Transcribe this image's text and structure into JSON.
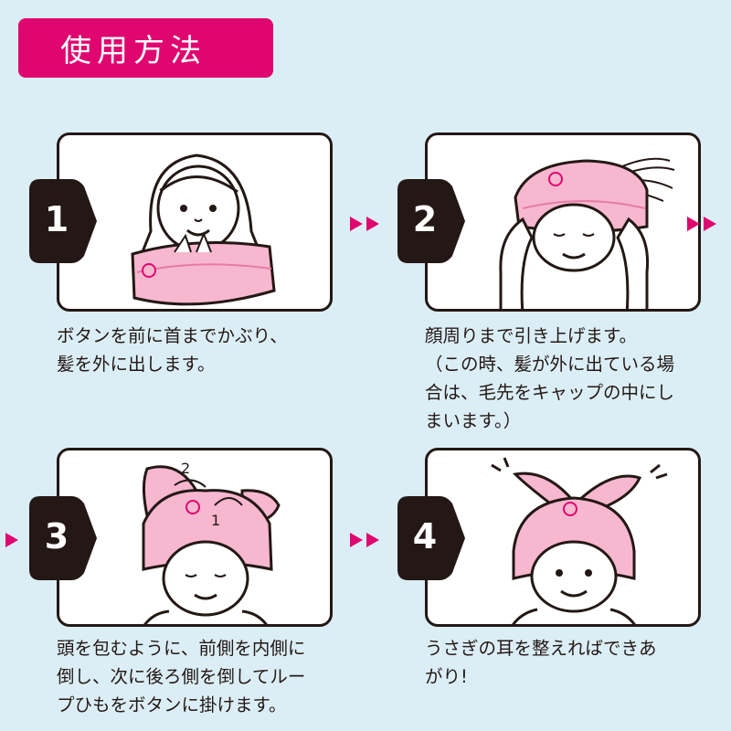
{
  "title": "使用方法",
  "colors": {
    "accent": "#e0066f",
    "background": "#dbeef6",
    "ink": "#231815",
    "towel": "#f7b7cf"
  },
  "steps": [
    {
      "number": "1",
      "text": "ボタンを前に首までかぶり、\n髪を外に出します。",
      "illustration": "child-with-towel-around-neck-icon"
    },
    {
      "number": "2",
      "text": "顔周りまで引き上げます。\n（この時、髪が外に出ている場\n合は、毛先をキャップの中にし\nまいます。）",
      "illustration": "child-pulling-cap-up-icon"
    },
    {
      "number": "3",
      "text": "頭を包むように、前側を内側に\n倒し、次に後ろ側を倒してルー\nプひもをボタンに掛けます。",
      "illustration": "child-cap-folding-icon",
      "fold_labels": [
        "2",
        "1"
      ]
    },
    {
      "number": "4",
      "text": "うさぎの耳を整えればできあ\nがり!",
      "illustration": "child-bunny-ear-cap-icon"
    }
  ]
}
